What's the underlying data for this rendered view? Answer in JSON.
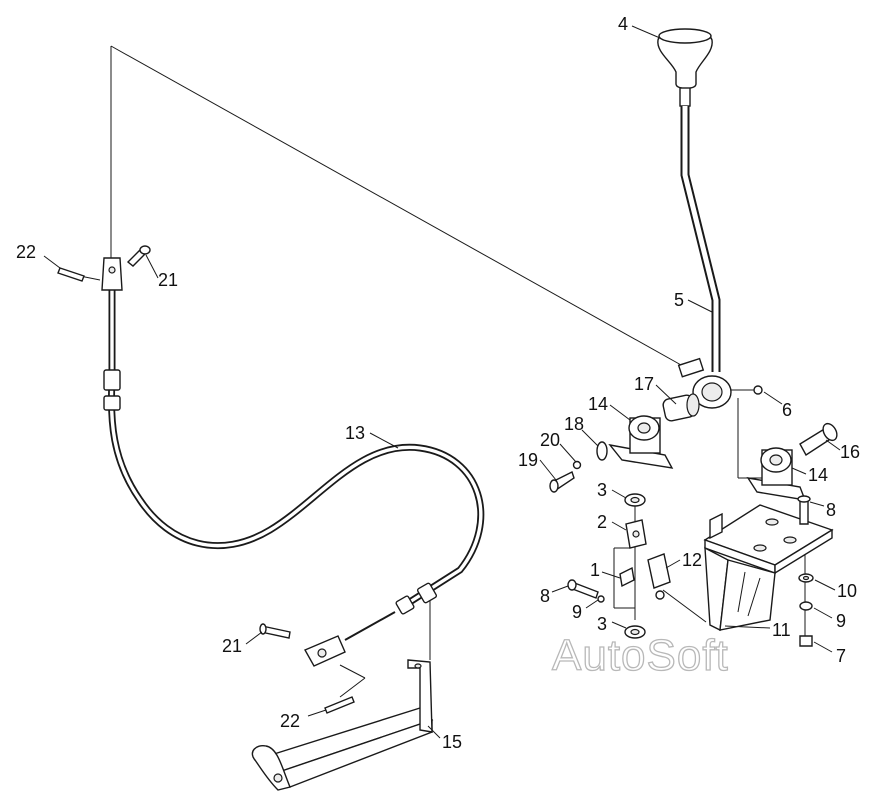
{
  "watermark": "AutoSoft",
  "callouts": [
    {
      "id": "4",
      "label": "4"
    },
    {
      "id": "5",
      "label": "5"
    },
    {
      "id": "6",
      "label": "6"
    },
    {
      "id": "17",
      "label": "17"
    },
    {
      "id": "14a",
      "label": "14"
    },
    {
      "id": "18",
      "label": "18"
    },
    {
      "id": "20",
      "label": "20"
    },
    {
      "id": "19",
      "label": "19"
    },
    {
      "id": "16",
      "label": "16"
    },
    {
      "id": "14b",
      "label": "14"
    },
    {
      "id": "8a",
      "label": "8"
    },
    {
      "id": "3a",
      "label": "3"
    },
    {
      "id": "2",
      "label": "2"
    },
    {
      "id": "1",
      "label": "1"
    },
    {
      "id": "12",
      "label": "12"
    },
    {
      "id": "8b",
      "label": "8"
    },
    {
      "id": "9a",
      "label": "9"
    },
    {
      "id": "3b",
      "label": "3"
    },
    {
      "id": "11",
      "label": "11"
    },
    {
      "id": "10",
      "label": "10"
    },
    {
      "id": "9b",
      "label": "9"
    },
    {
      "id": "7",
      "label": "7"
    },
    {
      "id": "13",
      "label": "13"
    },
    {
      "id": "22a",
      "label": "22"
    },
    {
      "id": "21a",
      "label": "21"
    },
    {
      "id": "21b",
      "label": "21"
    },
    {
      "id": "22b",
      "label": "22"
    },
    {
      "id": "15",
      "label": "15"
    }
  ]
}
